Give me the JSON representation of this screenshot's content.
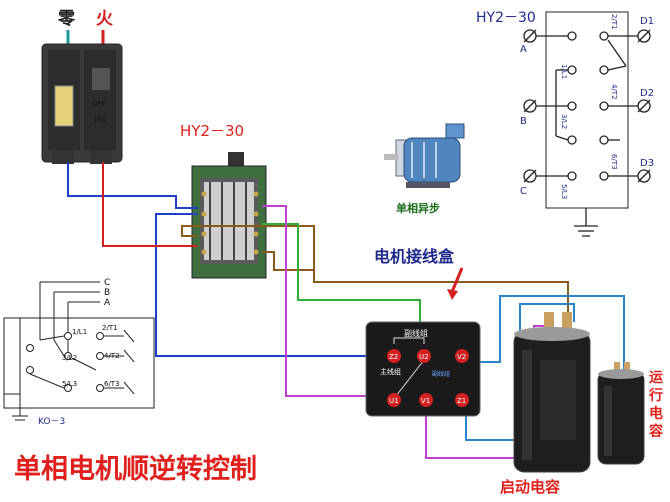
{
  "breaker": {
    "neutral_label": "零",
    "live_label": "火",
    "marks": [
      "OFF",
      "16A"
    ]
  },
  "switch_center": {
    "model": "HY2－30"
  },
  "schematic_top": {
    "model": "HY2－30",
    "inputs": [
      "A",
      "B",
      "C"
    ],
    "outputs": [
      "D1",
      "D2",
      "D3"
    ],
    "contacts": [
      "1/L1",
      "2/T1",
      "3/L2",
      "4/T2",
      "5/L3",
      "6/T3"
    ]
  },
  "schematic_left": {
    "phases": [
      "C",
      "B",
      "A"
    ],
    "contacts": [
      "1/L1",
      "2/T1",
      "3/L2",
      "4/T2",
      "5/L3",
      "6/T3"
    ],
    "model": "KO－3"
  },
  "motor": {
    "label": "单相异步"
  },
  "junction_box": {
    "caption": "电机接线盒",
    "header": "副线组",
    "main_winding": "主线组",
    "aux_note": "副线组",
    "terminals": [
      "Z2",
      "U2",
      "V2",
      "U1",
      "V1",
      "Z1"
    ]
  },
  "capacitors": {
    "start_label": "启动电容",
    "run_label": "运行电容"
  },
  "main_title": "单相电机顺逆转控制",
  "colors": {
    "title": "#e0201c",
    "label_blue": "#1f2a8a",
    "wire_blue": "#1e3fc8",
    "wire_red": "#d32020",
    "wire_brown": "#8a5a1a",
    "wire_purple": "#c040d0",
    "wire_green": "#2fae3a",
    "wire_cyan": "#2a86c8"
  }
}
